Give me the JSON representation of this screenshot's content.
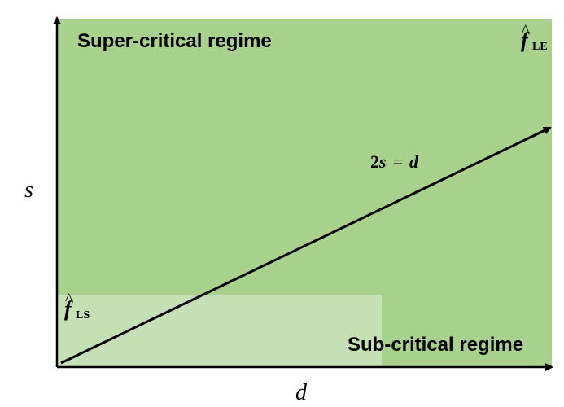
{
  "colors": {
    "super_critical_region": "#a9d18e",
    "sub_critical_region": "#c5e0b4",
    "lines": "#000000",
    "background": "#ffffff"
  },
  "labels": {
    "super_critical": "Super-critical regime",
    "sub_critical": "Sub-critical regime",
    "y_axis": "s",
    "x_axis": "d",
    "line": {
      "two": "2",
      "s": "s",
      "equals": "=",
      "d": "d"
    },
    "f_le": {
      "base": "f",
      "hat": "^",
      "subscript": "LE"
    },
    "f_ls": {
      "base": "f",
      "hat": "^",
      "subscript": "LS"
    }
  }
}
